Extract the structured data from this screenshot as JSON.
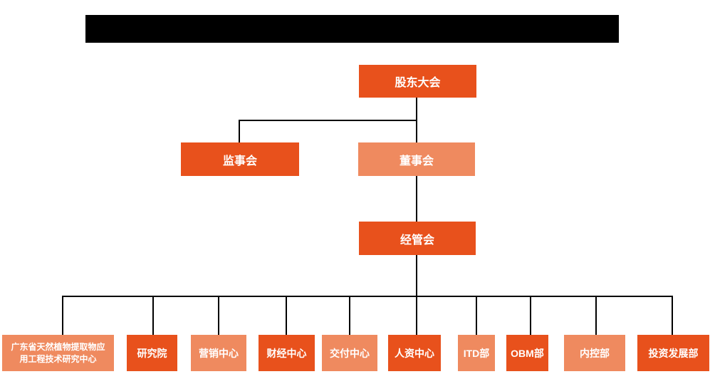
{
  "diagram": {
    "type": "org-chart",
    "title_bar": {
      "redacted": true
    },
    "colors": {
      "primary_orange": "#E8511C",
      "secondary_salmon": "#EF8A5F",
      "connector_line": "#000000",
      "node_text": "#FFFFFF",
      "background": "#FFFFFF",
      "redacted_bar": "#000000"
    }
  },
  "nodes": {
    "shareholders_meeting": {
      "label": "股东大会",
      "variant": "primary"
    },
    "supervisory_board": {
      "label": "监事会",
      "variant": "primary"
    },
    "board_of_directors": {
      "label": "董事会",
      "variant": "secondary"
    },
    "management_committee": {
      "label": "经管会",
      "variant": "primary"
    }
  },
  "departments": [
    {
      "label": "广东省天然植物提取物应用工程技术研究中心",
      "variant": "secondary"
    },
    {
      "label": "研究院",
      "variant": "primary"
    },
    {
      "label": "营销中心",
      "variant": "secondary"
    },
    {
      "label": "财经中心",
      "variant": "primary"
    },
    {
      "label": "交付中心",
      "variant": "secondary"
    },
    {
      "label": "人资中心",
      "variant": "primary"
    },
    {
      "label": "ITD部",
      "variant": "secondary"
    },
    {
      "label": "OBM部",
      "variant": "primary"
    },
    {
      "label": "内控部",
      "variant": "secondary"
    },
    {
      "label": "投资发展部",
      "variant": "primary"
    }
  ],
  "hierarchy": {
    "root": "股东大会",
    "children_of_root": [
      "监事会",
      "董事会"
    ],
    "child_of_board": "经管会",
    "children_of_management": [
      "广东省天然植物提取物应用工程技术研究中心",
      "研究院",
      "营销中心",
      "财经中心",
      "交付中心",
      "人资中心",
      "ITD部",
      "OBM部",
      "内控部",
      "投资发展部"
    ]
  }
}
